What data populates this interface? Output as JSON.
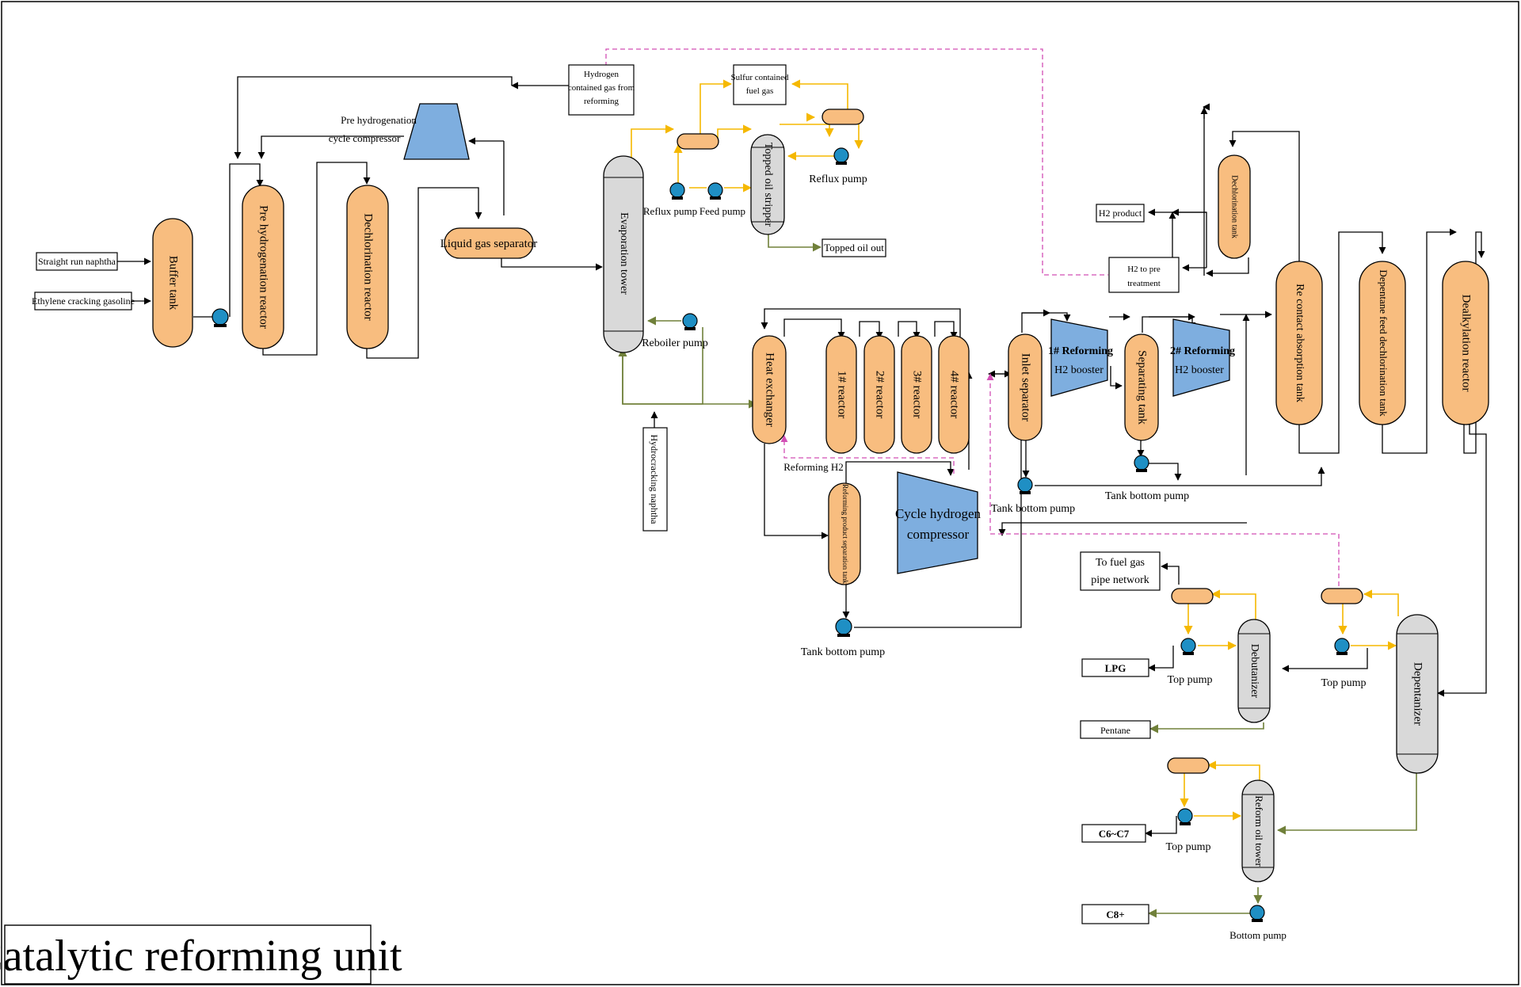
{
  "title": "Catalytic reforming unit",
  "colors": {
    "vessel_orange": "#f8bd7f",
    "vessel_grey": "#d9d9d9",
    "compressor_blue": "#7eaedf",
    "pump_blue": "#1f8fc4",
    "line_black": "#000000",
    "line_orange": "#f5b800",
    "line_green": "#70803a",
    "line_magenta_dashed": "#d24fb5"
  },
  "feeds": {
    "straight_run": "Straight run naphtha",
    "ethylene": "Ethylene cracking gasoline",
    "hydrocracking": "Hydrocracking naphtha"
  },
  "vessels": {
    "buffer_tank": "Buffer tank",
    "pre_hydro_reactor": "Pre hydrogenation reactor",
    "dechlorination_reactor": "Dechlorination reactor",
    "liquid_gas_separator": "Liquid gas separator",
    "evaporation_tower": "Evaporation tower",
    "topped_oil_stripper": "Topped oil stripper",
    "heat_exchanger": "Heat exchanger",
    "reactor1": "1# reactor",
    "reactor2": "2# reactor",
    "reactor3": "3# reactor",
    "reactor4": "4# reactor",
    "reforming_product_sep": "Reforming product separation tank",
    "inlet_separator": "Inlet separator",
    "separating_tank": "Separating tank",
    "dechlorination_tank": "Dechlorination tank",
    "recontact_absorption": "Re contact absorption tank",
    "depentane_feed": "Depentane feed dechlorination tank",
    "dealkylation_reactor": "Dealkylation reactor",
    "depentanizer": "Depentanizer",
    "debutanizer": "Debutanizer",
    "reform_oil_tower": "Reform oil tower"
  },
  "compressors": {
    "pre_hydro_cycle": [
      "Pre hydrogenation",
      "cycle compressor"
    ],
    "cycle_hydrogen": [
      "Cycle hydrogen",
      "compressor"
    ],
    "booster1": [
      "1# Reforming",
      "H2 booster"
    ],
    "booster2": [
      "2# Reforming",
      "H2 booster"
    ]
  },
  "pumps": {
    "reflux1": "Reflux pump",
    "feed": "Feed pump",
    "reflux2": "Reflux pump",
    "reboiler": "Reboiler pump",
    "tank_bottom1": "Tank bottom pump",
    "tank_bottom2": "Tank bottom pump",
    "tank_bottom3": "Tank bottom pump",
    "top1": "Top pump",
    "top2": "Top pump",
    "top3": "Top pump",
    "bottom": "Bottom pump"
  },
  "streams": {
    "hydrogen_from_reforming": [
      "Hydrogen",
      "contained gas from",
      "reforming"
    ],
    "sulfur_fuel_gas": [
      "Sulfur contained",
      "fuel gas"
    ],
    "topped_oil_out": "Topped oil out",
    "h2_product": "H2 product",
    "h2_to_pretreatment": [
      "H2 to pre",
      "treatment"
    ],
    "reforming_h2": "Reforming H2",
    "to_fuel_gas": [
      "To fuel gas",
      "pipe network"
    ],
    "lpg": "LPG",
    "pentane": "Pentane",
    "c6c7": "C6~C7",
    "c8plus": "C8+"
  }
}
